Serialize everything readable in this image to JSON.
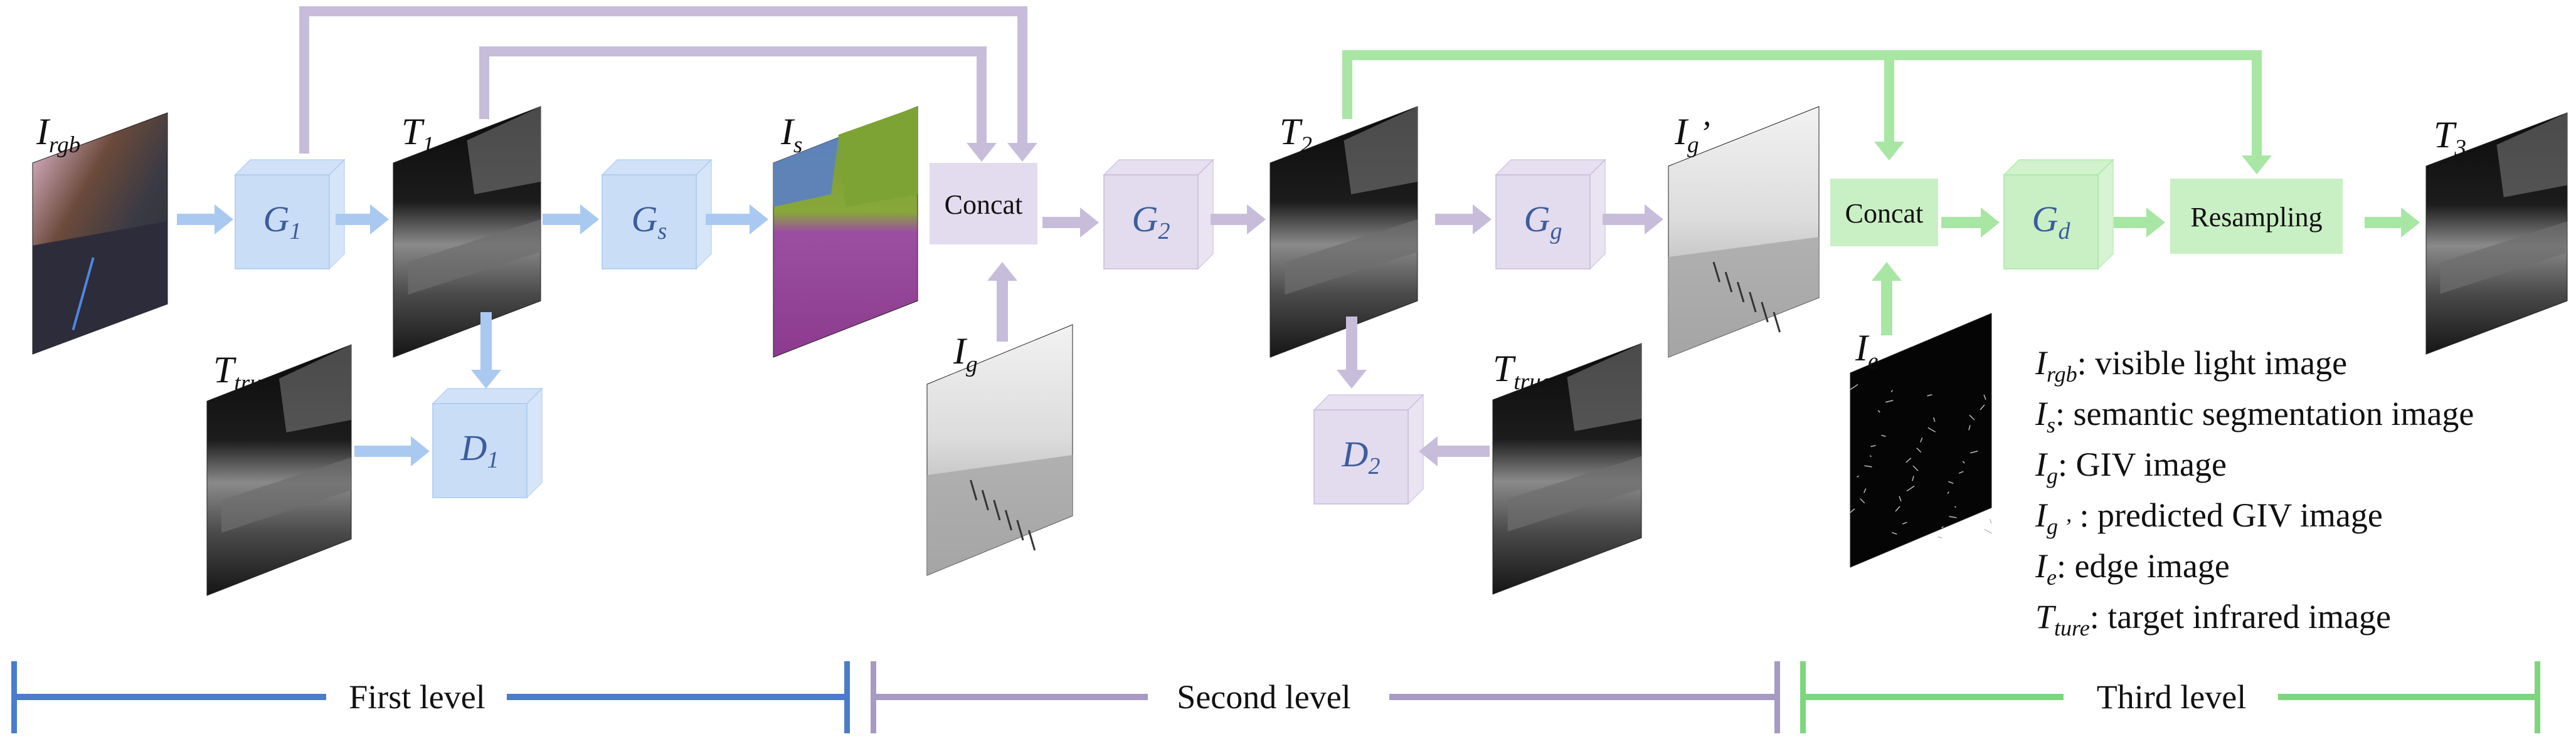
{
  "colors": {
    "blue": "#4A7CC9",
    "blue_light": "#CADDF7",
    "blue_arrow": "#A9C9F1",
    "purple": "#A899C4",
    "purple_light": "#E3DBEE",
    "purple_arrow": "#C8BCDB",
    "green": "#7DD67D",
    "green_light": "#C9F0C4",
    "green_arrow": "#A8E6A4"
  },
  "images": {
    "rgb": {
      "label_main": "I",
      "label_sub": "rgb",
      "kind": "rgb-photo"
    },
    "t1": {
      "label_main": "T",
      "label_sub": "1",
      "kind": "thermal"
    },
    "is": {
      "label_main": "I",
      "label_sub": "s",
      "kind": "segmentation"
    },
    "ttrue1": {
      "label_main": "T",
      "label_sub": "true",
      "kind": "thermal"
    },
    "ig": {
      "label_main": "I",
      "label_sub": "g",
      "kind": "giv"
    },
    "t2": {
      "label_main": "T",
      "label_sub": "2",
      "kind": "thermal"
    },
    "igp": {
      "label_main": "I",
      "label_sub": "g",
      "label_prime": "’",
      "kind": "giv-predicted"
    },
    "ttrue2": {
      "label_main": "T",
      "label_sub": "true",
      "kind": "thermal"
    },
    "ie": {
      "label_main": "I",
      "label_sub": "e",
      "kind": "edge"
    },
    "t3": {
      "label_main": "T",
      "label_sub": "3",
      "kind": "thermal"
    }
  },
  "blocks": {
    "g1": {
      "main": "G",
      "sub": "1"
    },
    "gs": {
      "main": "G",
      "sub": "s"
    },
    "d1": {
      "main": "D",
      "sub": "1"
    },
    "g2": {
      "main": "G",
      "sub": "2"
    },
    "gg": {
      "main": "G",
      "sub": "g"
    },
    "d2": {
      "main": "D",
      "sub": "2"
    },
    "gd": {
      "main": "G",
      "sub": "d"
    },
    "concat1": "Concat",
    "concat2": "Concat",
    "resampling": "Resampling"
  },
  "legend": [
    {
      "main": "I",
      "sub": "rgb",
      "suffix": ":",
      "text": "  visible light image"
    },
    {
      "main": "I",
      "sub": "s",
      "suffix": ":",
      "text": " semantic segmentation image"
    },
    {
      "main": "I",
      "sub": "g",
      "suffix": ":",
      "text": " GIV image"
    },
    {
      "main": "I",
      "sub": "g ’",
      "suffix": " :",
      "text": " predicted GIV image"
    },
    {
      "main": "I",
      "sub": "e",
      "suffix": ":",
      "text": " edge image"
    },
    {
      "main": "T",
      "sub": "ture",
      "suffix": ":",
      "text": " target infrared image"
    }
  ],
  "levels": {
    "first": "First level",
    "second": "Second level",
    "third": "Third level"
  }
}
